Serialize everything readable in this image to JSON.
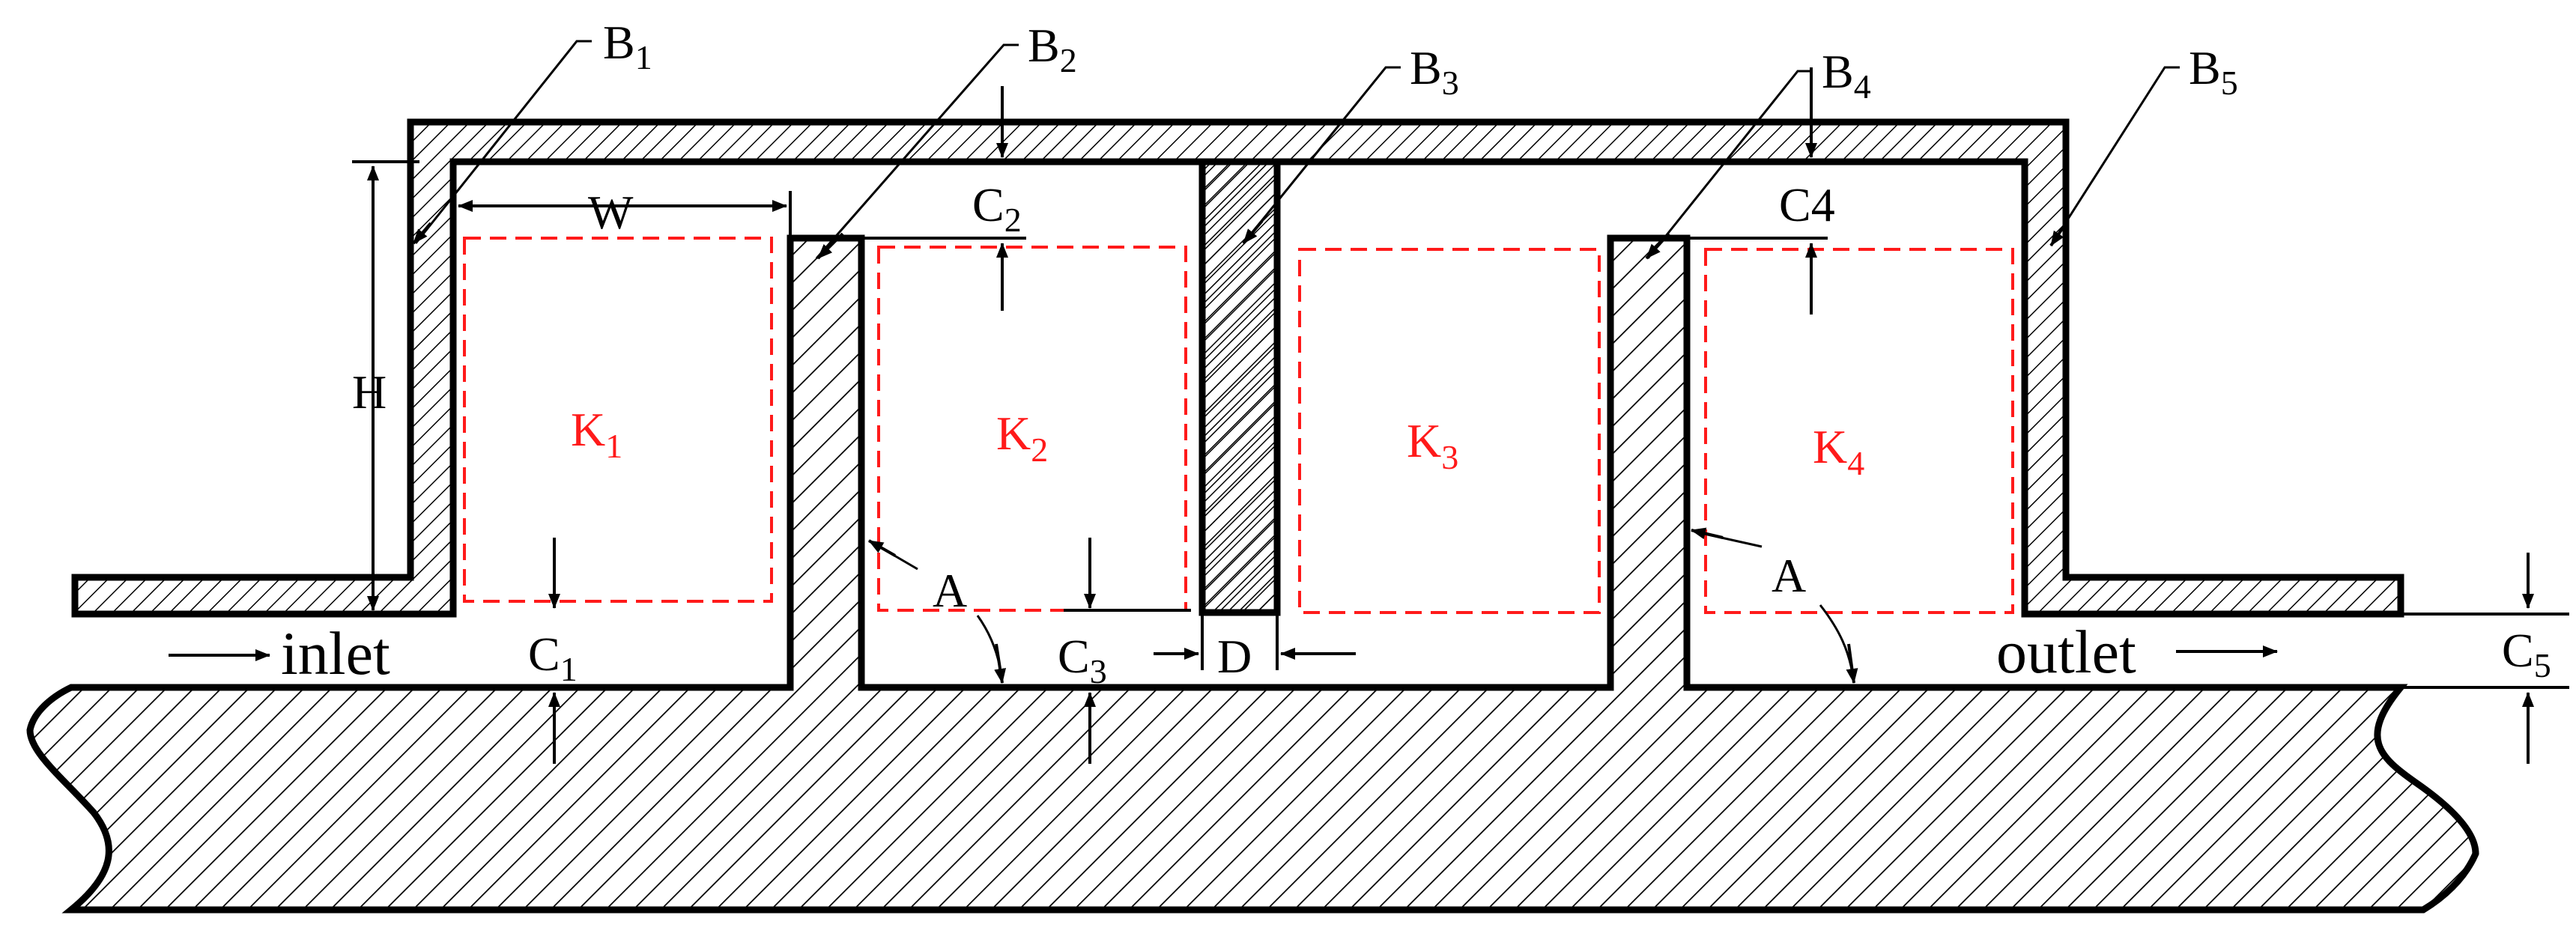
{
  "labels": {
    "B1": "B",
    "B1_sub": "1",
    "B2": "B",
    "B2_sub": "2",
    "B3": "B",
    "B3_sub": "3",
    "B4": "B",
    "B4_sub": "4",
    "B5": "B",
    "B5_sub": "5",
    "C1": "C",
    "C1_sub": "1",
    "C2": "C",
    "C2_sub": "2",
    "C3": "C",
    "C3_sub": "3",
    "C4": "C4",
    "C5": "C",
    "C5_sub": "5",
    "W": "W",
    "H": "H",
    "D": "D",
    "A_left": "A",
    "A_right": "A",
    "inlet": "inlet",
    "outlet": "outlet"
  },
  "cavities": {
    "K1": "K",
    "K1_sub": "1",
    "K2": "K",
    "K2_sub": "2",
    "K3": "K",
    "K3_sub": "3",
    "K4": "K",
    "K4_sub": "4"
  },
  "colors": {
    "cavity": "#ff1a1a",
    "line": "#000000"
  }
}
